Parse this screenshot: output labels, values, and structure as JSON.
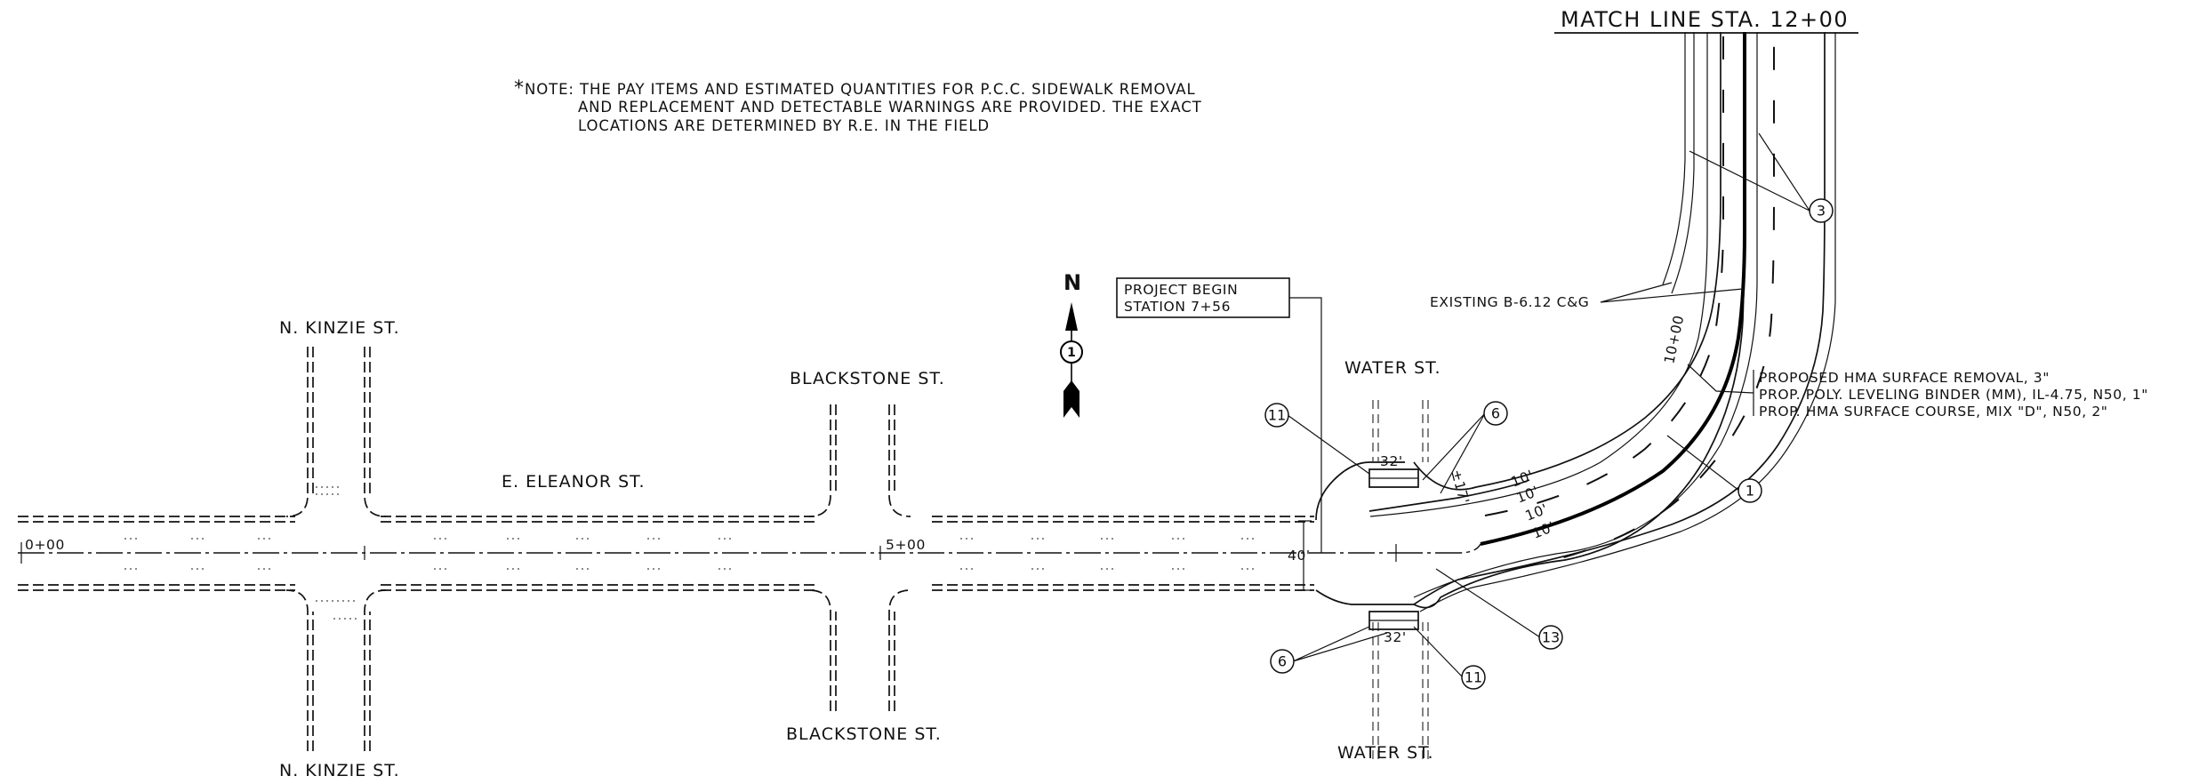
{
  "note": {
    "marker": "*",
    "lines": [
      "NOTE: THE PAY ITEMS AND ESTIMATED QUANTITIES FOR P.C.C. SIDEWALK REMOVAL",
      "AND REPLACEMENT AND DETECTABLE WARNINGS ARE PROVIDED. THE EXACT",
      "LOCATIONS ARE DETERMINED BY R.E. IN THE FIELD"
    ]
  },
  "match_line": "MATCH LINE STA. 12+00",
  "streets": {
    "kinzie_top": "N. KINZIE ST.",
    "kinzie_bottom": "N. KINZIE ST.",
    "blackstone_top": "BLACKSTONE ST.",
    "blackstone_bottom": "BLACKSTONE ST.",
    "eleanor": "E. ELEANOR ST.",
    "water_top": "WATER ST.",
    "water_bottom": "WATER ST."
  },
  "stations": {
    "start": "0+00",
    "mid": "5+00",
    "curve": "10+00"
  },
  "project_begin": [
    "PROJECT BEGIN",
    "STATION 7+56"
  ],
  "existing_cg": "EXISTING B-6.12 C&G",
  "proposed_notes": [
    "PROPOSED HMA SURFACE REMOVAL, 3\"",
    "PROP. POLY. LEVELING BINDER (MM), IL-4.75, N50, 1\"",
    "PROP. HMA SURFACE COURSE, MIX \"D\", N50, 2\""
  ],
  "dimensions": {
    "width_40": "40'",
    "curb_32_top": "32'",
    "curb_32_bottom": "32'",
    "offset_17": "±17'",
    "lane_widths": [
      "10'",
      "10'",
      "10'",
      "10'"
    ]
  },
  "callouts": {
    "c1": "1",
    "c3": "3",
    "c6_top": "6",
    "c6_bottom": "6",
    "c11_top": "11",
    "c11_bottom": "11",
    "c13": "13"
  },
  "north_arrow": {
    "letter": "N",
    "sheet_ref": "1"
  }
}
